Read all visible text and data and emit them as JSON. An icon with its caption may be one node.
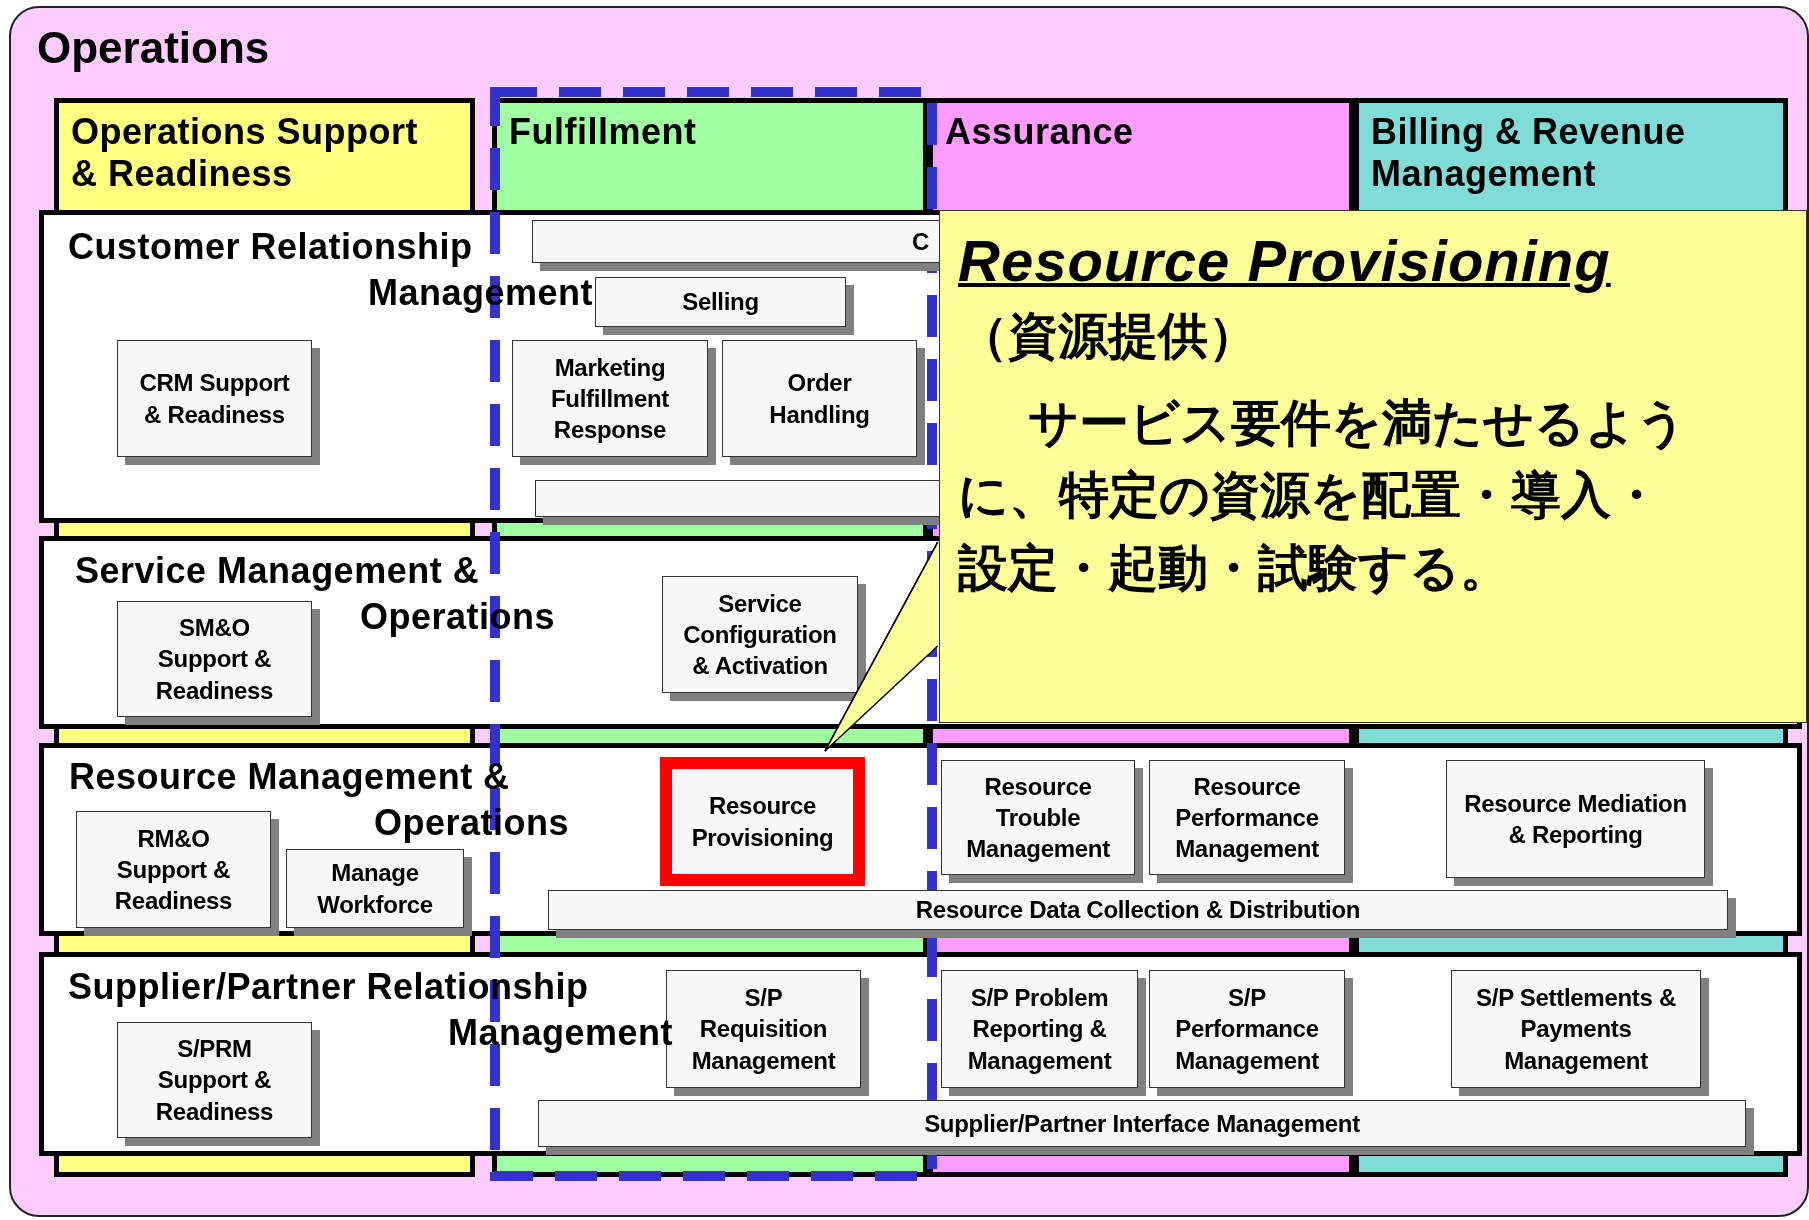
{
  "diagram": {
    "nodes": [
      {
        "text": [
          "Operations"
        ]
      },
      {
        "text": [
          "Operations Support & Readiness"
        ],
        "in": 0
      },
      {
        "text": [
          "Fulfillment"
        ],
        "in": 0
      },
      {
        "text": [
          "Assurance"
        ],
        "in": 0
      },
      {
        "text": [
          "Billing & Revenue Management"
        ],
        "in": 0
      },
      {
        "text": [
          "Customer Relationship Management"
        ],
        "in": 0
      },
      {
        "text": [
          "C"
        ],
        "in": 5
      },
      {
        "text": [
          "Selling"
        ],
        "in": 5
      },
      {
        "text": [
          "CRM Support & Readiness"
        ],
        "in": 5
      },
      {
        "text": [
          "Marketing Fulfillment Response"
        ],
        "in": 5
      },
      {
        "text": [
          "Order Handling"
        ],
        "in": 5
      },
      {
        "text": [],
        "shape": "box",
        "in": 5
      },
      {
        "text": [
          "Service Management & Operations"
        ],
        "in": 0
      },
      {
        "text": [
          "SM&O Support & Readiness"
        ],
        "in": 12
      },
      {
        "text": [
          "Service Configuration & Activation"
        ],
        "in": 12
      },
      {
        "text": [
          "Resource Management & Operations"
        ],
        "in": 0
      },
      {
        "text": [
          "RM&O Support & Readiness"
        ],
        "in": 15
      },
      {
        "text": [
          "Manage Workforce"
        ],
        "in": 15
      },
      {
        "text": [
          "Resource Provisioning"
        ],
        "in": 15
      },
      {
        "text": [
          "Resource Trouble Management"
        ],
        "in": 15
      },
      {
        "text": [
          "Resource Performance Management"
        ],
        "in": 15
      },
      {
        "text": [
          "Resource Mediation & Reporting"
        ],
        "in": 15
      },
      {
        "text": [
          "Resource Data Collection & Distribution"
        ],
        "in": 15
      },
      {
        "text": [
          "Supplier/Partner Relationship Management"
        ],
        "in": 0
      },
      {
        "text": [
          "S/PRM Support & Readiness"
        ],
        "in": 23
      },
      {
        "text": [
          "S/P Requisition Management"
        ],
        "in": 23
      },
      {
        "text": [
          "S/P Problem Reporting & Management"
        ],
        "in": 23
      },
      {
        "text": [
          "S/P Performance Management"
        ],
        "in": 23
      },
      {
        "text": [
          "S/P Settlements & Payments Management"
        ],
        "in": 23
      },
      {
        "text": [
          "Supplier/Partner Interface Management"
        ],
        "in": 23
      },
      {
        "text": [
          "Resource Provisioning",
          "（資源提供）",
          "サービス要件を満たせるように、特定の資源を配置・導入・設定・起動・試験する。"
        ],
        "in": 0
      }
    ],
    "edges": [
      {
        "from": 30,
        "to": 18,
        "arrow": "none"
      }
    ]
  }
}
